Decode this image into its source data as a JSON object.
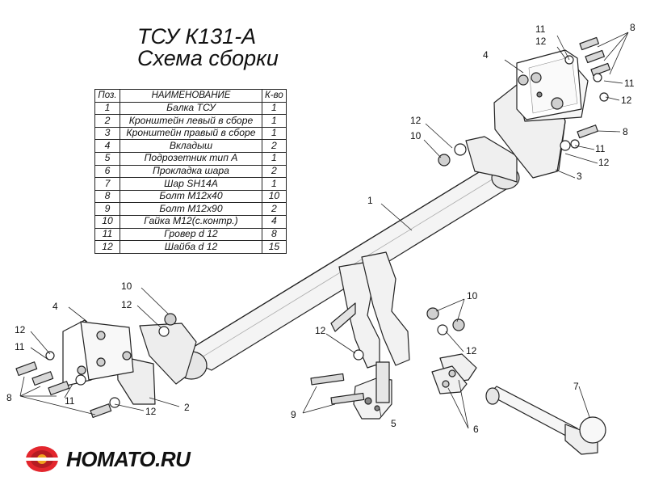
{
  "title": "ТСУ К131-А",
  "subtitle": "Схема сборки",
  "table": {
    "headers": [
      "Поз.",
      "НАИМЕНОВАНИЕ",
      "К-во"
    ],
    "rows": [
      [
        "1",
        "Балка ТСУ",
        "1"
      ],
      [
        "2",
        "Кронштейн левый в сборе",
        "1"
      ],
      [
        "3",
        "Кронштейн правый в сборе",
        "1"
      ],
      [
        "4",
        "Вкладыш",
        "2"
      ],
      [
        "5",
        "Подрозетник тип А",
        "1"
      ],
      [
        "6",
        "Прокладка шара",
        "2"
      ],
      [
        "7",
        "Шар SH14A",
        "1"
      ],
      [
        "8",
        "Болт М12х40",
        "10"
      ],
      [
        "9",
        "Болт М12х90",
        "2"
      ],
      [
        "10",
        "Гайка М12(с.контр.)",
        "4"
      ],
      [
        "11",
        "Гровер d 12",
        "8"
      ],
      [
        "12",
        "Шайба d 12",
        "15"
      ]
    ]
  },
  "callouts": [
    {
      "id": "c11-tr",
      "label": "11"
    },
    {
      "id": "c12-tr",
      "label": "12"
    },
    {
      "id": "c8-tr",
      "label": "8"
    },
    {
      "id": "c4-tr",
      "label": "4"
    },
    {
      "id": "c11-tr2",
      "label": "11"
    },
    {
      "id": "c12-tr2",
      "label": "12"
    },
    {
      "id": "c8-tr2",
      "label": "8"
    },
    {
      "id": "c11-tr3",
      "label": "11"
    },
    {
      "id": "c12-tr3",
      "label": "12"
    },
    {
      "id": "c3",
      "label": "3"
    },
    {
      "id": "c12-mid",
      "label": "12"
    },
    {
      "id": "c10-mid",
      "label": "10"
    },
    {
      "id": "c1",
      "label": "1"
    },
    {
      "id": "c10-l",
      "label": "10"
    },
    {
      "id": "c12-l",
      "label": "12"
    },
    {
      "id": "c4-l",
      "label": "4"
    },
    {
      "id": "c12-l2",
      "label": "12"
    },
    {
      "id": "c11-l",
      "label": "11"
    },
    {
      "id": "c8-l",
      "label": "8"
    },
    {
      "id": "c11-l2",
      "label": "11"
    },
    {
      "id": "c12-l3",
      "label": "12"
    },
    {
      "id": "c2",
      "label": "2"
    },
    {
      "id": "c12-c",
      "label": "12"
    },
    {
      "id": "c9",
      "label": "9"
    },
    {
      "id": "c5",
      "label": "5"
    },
    {
      "id": "c10-r",
      "label": "10"
    },
    {
      "id": "c12-r",
      "label": "12"
    },
    {
      "id": "c6",
      "label": "6"
    },
    {
      "id": "c7",
      "label": "7"
    }
  ],
  "logo": {
    "text": "HOMATO.RU",
    "colors": {
      "ring": "#e3262d",
      "ring_dark": "#b51c22",
      "core": "#f0a11f"
    }
  }
}
